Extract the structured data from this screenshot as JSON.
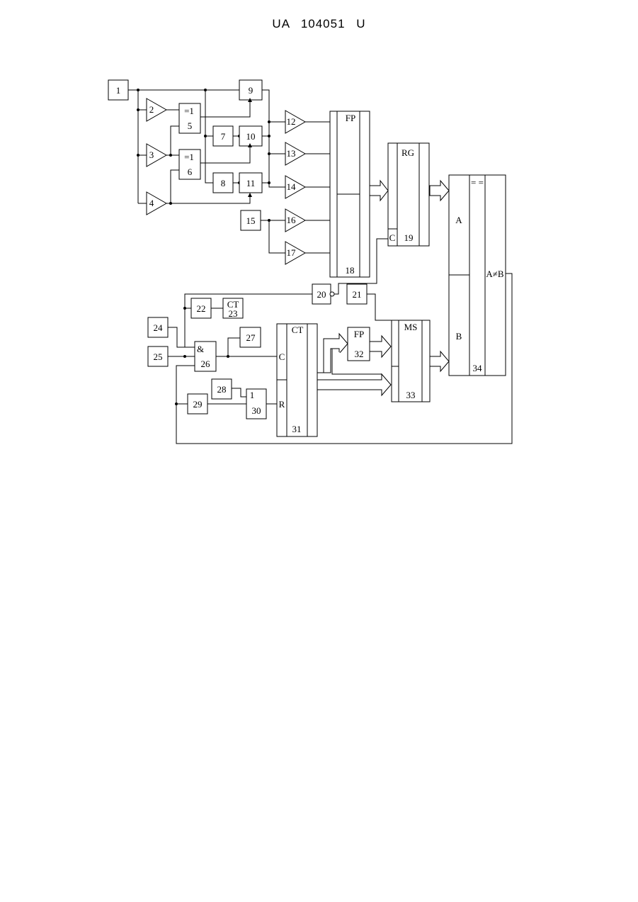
{
  "document": {
    "header": "UA 104051 U"
  },
  "blocks": {
    "b1": "1",
    "b2": "2",
    "b3": "3",
    "b4": "4",
    "b5": "5",
    "b5_sym": "=1",
    "b6": "6",
    "b6_sym": "=1",
    "b7": "7",
    "b8": "8",
    "b9": "9",
    "b10": "10",
    "b11": "11",
    "b12": "12",
    "b13": "13",
    "b14": "14",
    "b15": "15",
    "b16": "16",
    "b17": "17",
    "b18": "18",
    "b18_type": "FP",
    "b19": "19",
    "b19_type": "RG",
    "b19_c": "C",
    "b20": "20",
    "b21": "21",
    "b22": "22",
    "b23_type": "CT",
    "b23": "23",
    "b24": "24",
    "b25": "25",
    "b26_sym": "&",
    "b26": "26",
    "b27": "27",
    "b28": "28",
    "b29": "29",
    "b30_sym": "1",
    "b30": "30",
    "b31_type": "CT",
    "b31_c": "C",
    "b31_r": "R",
    "b31": "31",
    "b32_type": "FP",
    "b32": "32",
    "b33_type": "MS",
    "b33": "33",
    "b34_sym": "= =",
    "b34_a": "A",
    "b34_b": "B",
    "b34_ne": "A≠B",
    "b34": "34"
  }
}
